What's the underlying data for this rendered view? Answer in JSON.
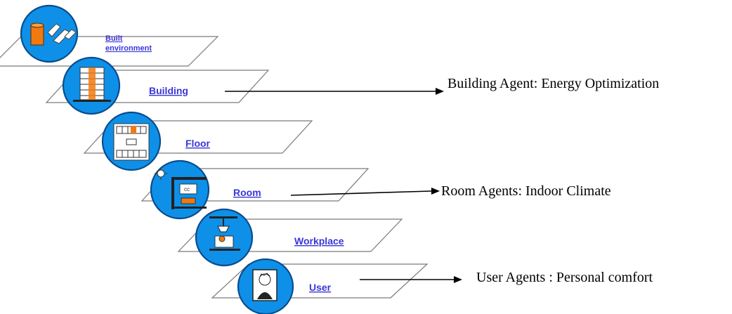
{
  "levels": [
    {
      "id": "built-environment",
      "label_line1": "Built",
      "label_line2": "environment",
      "icon": "city-blocks-icon"
    },
    {
      "id": "building",
      "label": "Building",
      "icon": "building-icon"
    },
    {
      "id": "floor",
      "label": "Floor",
      "icon": "floor-plan-icon"
    },
    {
      "id": "room",
      "label": "Room",
      "icon": "room-icon"
    },
    {
      "id": "workplace",
      "label": "Workplace",
      "icon": "workplace-icon"
    },
    {
      "id": "user",
      "label": "User",
      "icon": "user-portrait-icon"
    }
  ],
  "agents": [
    {
      "id": "building-agent",
      "text": "Building Agent: Energy Optimization",
      "level": "building"
    },
    {
      "id": "room-agents",
      "text": "Room Agents: Indoor Climate",
      "level": "room"
    },
    {
      "id": "user-agents",
      "text": "User Agents : Personal comfort",
      "level": "user"
    }
  ],
  "colors": {
    "disc_fill": "#0e90e8",
    "label": "#3a36d8",
    "icon_accent": "#f07a10"
  }
}
